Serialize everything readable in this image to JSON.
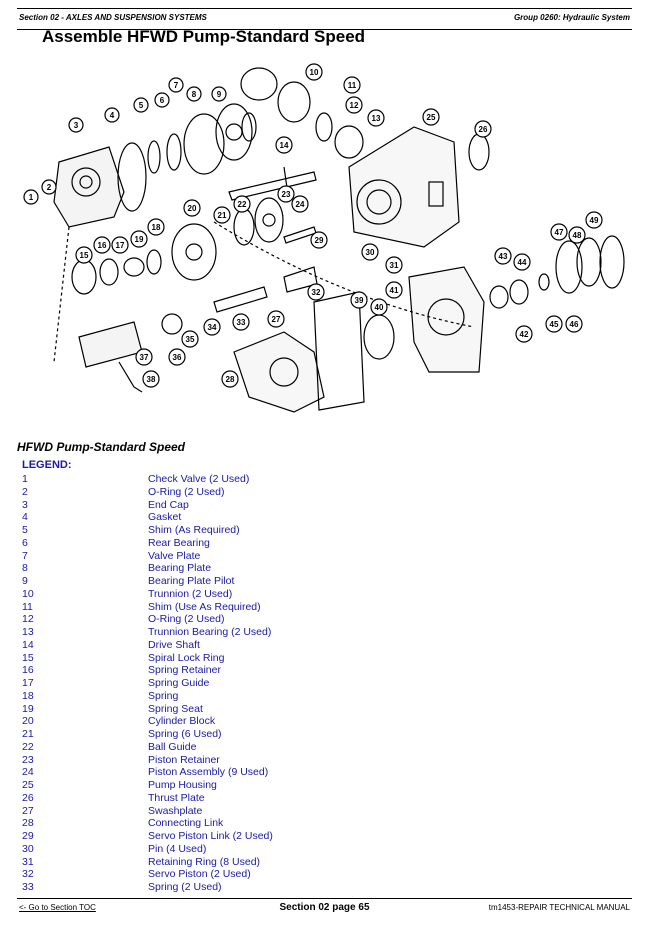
{
  "header": {
    "section": "Section 02 - AXLES AND SUSPENSION SYSTEMS",
    "group": "Group 0260: Hydraulic System"
  },
  "title": "Assemble HFWD Pump-Standard Speed",
  "figure": {
    "callouts": [
      "1",
      "2",
      "3",
      "4",
      "5",
      "6",
      "7",
      "8",
      "9",
      "10",
      "11",
      "12",
      "13",
      "14",
      "15",
      "16",
      "17",
      "18",
      "19",
      "20",
      "21",
      "22",
      "23",
      "24",
      "25",
      "26",
      "27",
      "28",
      "29",
      "30",
      "31",
      "32",
      "33",
      "34",
      "35",
      "36",
      "37",
      "38",
      "39",
      "40",
      "41",
      "42",
      "43",
      "44",
      "45",
      "46",
      "47",
      "48",
      "49"
    ]
  },
  "caption": "HFWD Pump-Standard Speed",
  "legend_title": "LEGEND:",
  "legend": [
    {
      "num": "1",
      "desc": "Check Valve (2 Used)"
    },
    {
      "num": "2",
      "desc": "O-Ring (2 Used)"
    },
    {
      "num": "3",
      "desc": "End Cap"
    },
    {
      "num": "4",
      "desc": "Gasket"
    },
    {
      "num": "5",
      "desc": "Shim (As Required)"
    },
    {
      "num": "6",
      "desc": "Rear Bearing"
    },
    {
      "num": "7",
      "desc": "Valve Plate"
    },
    {
      "num": "8",
      "desc": "Bearing Plate"
    },
    {
      "num": "9",
      "desc": "Bearing Plate Pilot"
    },
    {
      "num": "10",
      "desc": "Trunnion (2 Used)"
    },
    {
      "num": "11",
      "desc": "Shim (Use As Required)"
    },
    {
      "num": "12",
      "desc": "O-Ring (2 Used)"
    },
    {
      "num": "13",
      "desc": "Trunnion Bearing (2 Used)"
    },
    {
      "num": "14",
      "desc": "Drive Shaft"
    },
    {
      "num": "15",
      "desc": "Spiral Lock Ring"
    },
    {
      "num": "16",
      "desc": "Spring Retainer"
    },
    {
      "num": "17",
      "desc": "Spring Guide"
    },
    {
      "num": "18",
      "desc": "Spring"
    },
    {
      "num": "19",
      "desc": "Spring Seat"
    },
    {
      "num": "20",
      "desc": "Cylinder Block"
    },
    {
      "num": "21",
      "desc": "Spring (6 Used)"
    },
    {
      "num": "22",
      "desc": "Ball Guide"
    },
    {
      "num": "23",
      "desc": "Piston Retainer"
    },
    {
      "num": "24",
      "desc": "Piston Assembly (9 Used)"
    },
    {
      "num": "25",
      "desc": "Pump Housing"
    },
    {
      "num": "26",
      "desc": "Thrust Plate"
    },
    {
      "num": "27",
      "desc": "Swashplate"
    },
    {
      "num": "28",
      "desc": "Connecting Link"
    },
    {
      "num": "29",
      "desc": "Servo Piston Link (2 Used)"
    },
    {
      "num": "30",
      "desc": "Pin (4 Used)"
    },
    {
      "num": "31",
      "desc": "Retaining Ring (8 Used)"
    },
    {
      "num": "32",
      "desc": "Servo Piston (2 Used)"
    },
    {
      "num": "33",
      "desc": "Spring (2 Used)"
    }
  ],
  "footer": {
    "toc_link": "<- Go to Section TOC",
    "page": "Section 02 page 65",
    "manual": "tm1453-REPAIR TECHNICAL MANUAL"
  }
}
